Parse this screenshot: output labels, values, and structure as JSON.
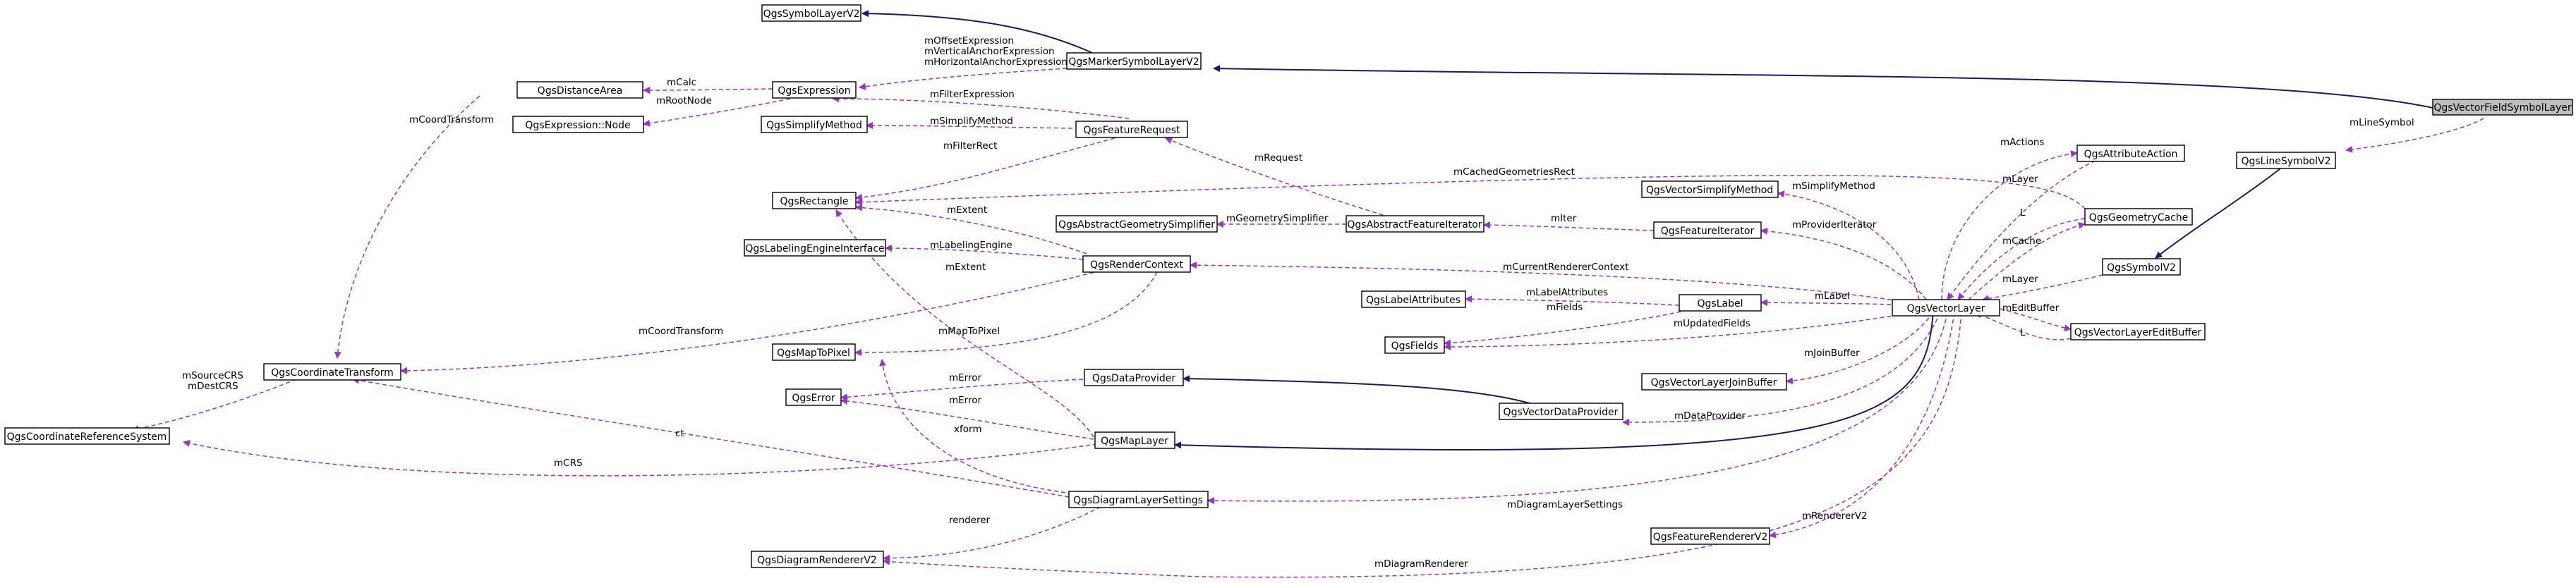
{
  "nodes": {
    "qgsvectorfieldsymbollayer": "QgsVectorFieldSymbolLayer",
    "qgssymbollayerv2": "QgsSymbolLayerV2",
    "qgsmarkersymbollayerv2": "QgsMarkerSymbolLayerV2",
    "qgsexpression": "QgsExpression",
    "qgsdistancearea": "QgsDistanceArea",
    "qgsexpression_node": "QgsExpression::Node",
    "qgssimplifymethod": "QgsSimplifyMethod",
    "qgsfeaturerequest": "QgsFeatureRequest",
    "qgsrectangle": "QgsRectangle",
    "qgsabstractgeometrysimplifier": "QgsAbstractGeometrySimplifier",
    "qgsabstractfeatureiterator": "QgsAbstractFeatureIterator",
    "qgslabelingengineinterface": "QgsLabelingEngineInterface",
    "qgsrendercontext": "QgsRenderContext",
    "qgsmaptopixel": "QgsMapToPixel",
    "qgscoordinatetransform": "QgsCoordinateTransform",
    "qgscoordinatereferencesystem": "QgsCoordinateReferenceSystem",
    "qgserror": "QgsError",
    "qgsdataprovider": "QgsDataProvider",
    "qgsmaplayer": "QgsMapLayer",
    "qgsdiagramlayersettings": "QgsDiagramLayerSettings",
    "qgsdiagramrendererv2": "QgsDiagramRendererV2",
    "qgslabelattributes": "QgsLabelAttributes",
    "qgsfields": "QgsFields",
    "qgslabel": "QgsLabel",
    "qgsvectorsimplifymethod": "QgsVectorSimplifyMethod",
    "qgsfeatureiterator": "QgsFeatureIterator",
    "qgsvectorlayerjoinbuffer": "QgsVectorLayerJoinBuffer",
    "qgsvectordataprovider": "QgsVectorDataProvider",
    "qgsfeaturerendererv2": "QgsFeatureRendererV2",
    "qgsvectorlayer": "QgsVectorLayer",
    "qgsattributeaction": "QgsAttributeAction",
    "qgsgeometrycache": "QgsGeometryCache",
    "qgssymbolv2": "QgsSymbolV2",
    "qgslinesymbolv2": "QgsLineSymbolV2",
    "qgsvectorlayereditbuffer": "QgsVectorLayerEditBuffer"
  },
  "edge_labels": {
    "mlinesymbol": "mLineSymbol",
    "moffsetexpression": "mOffsetExpression",
    "mverticalanchorexpression": "mVerticalAnchorExpression",
    "mhorizontalanchorexpression": "mHorizontalAnchorExpression",
    "mcalc": "mCalc",
    "mrootnode": "mRootNode",
    "mcoordtransform_da": "mCoordTransform",
    "mfilterexpression": "mFilterExpression",
    "msimplifymethod_fr": "mSimplifyMethod",
    "mfilterrect": "mFilterRect",
    "mrequest": "mRequest",
    "mcachedgeometriesrect": "mCachedGeometriesRect",
    "mextent_rc": "mExtent",
    "mgeometrysimplifier": "mGeometrySimplifier",
    "miter": "mIter",
    "mlabelingengine": "mLabelingEngine",
    "mextent_ml": "mExtent",
    "mcurrentrenderercontext": "mCurrentRendererContext",
    "mcoordtransform_rc": "mCoordTransform",
    "mmaptopixel": "mMapToPixel",
    "msourcecrs": "mSourceCRS",
    "mdestcrs": "mDestCRS",
    "merror_dp": "mError",
    "merror_ml": "mError",
    "xform": "xform",
    "ct": "ct",
    "mcrs": "mCRS",
    "renderer": "renderer",
    "mlabelattributes": "mLabelAttributes",
    "mfields": "mFields",
    "mupdatedfields": "mUpdatedFields",
    "mlabel": "mLabel",
    "msimplifymethod_vl": "mSimplifyMethod",
    "mprovideriterator": "mProviderIterator",
    "mjoinbuffer": "mJoinBuffer",
    "mdataprovider": "mDataProvider",
    "mdiagramlayersettings": "mDiagramLayerSettings",
    "mrendererv2": "mRendererV2",
    "mdiagramrenderer": "mDiagramRenderer",
    "mactions": "mActions",
    "mlayer_aa": "mLayer",
    "l_gc": "L",
    "mcache": "mCache",
    "mlayer_sym": "mLayer",
    "meditbuffer": "mEditBuffer",
    "l_eb": "L"
  },
  "colors": {
    "inheritance_edge": "#191970",
    "usage_edge": "#9a32cd",
    "highlight_fill": "#bfbfbf"
  }
}
